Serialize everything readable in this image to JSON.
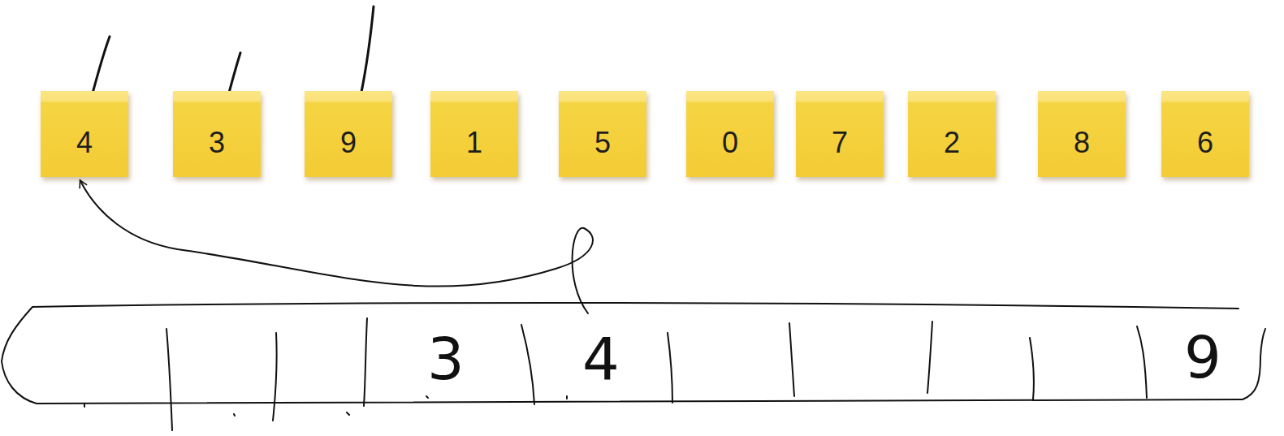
{
  "diagram": {
    "nodes": [
      {
        "text": [
          "4"
        ]
      },
      {
        "text": [
          "3"
        ]
      },
      {
        "text": [
          "9"
        ]
      },
      {
        "text": [
          "1"
        ]
      },
      {
        "text": [
          "5"
        ]
      },
      {
        "text": [
          "0"
        ]
      },
      {
        "text": [
          "7"
        ]
      },
      {
        "text": [
          "2"
        ]
      },
      {
        "text": [
          "8"
        ]
      },
      {
        "text": [
          "6"
        ]
      },
      {
        "text": [
          "3"
        ]
      },
      {
        "text": [
          "4"
        ]
      },
      {
        "text": [
          "9"
        ]
      }
    ],
    "edges": [
      {
        "from": 11,
        "to": 0,
        "arrow": "to"
      }
    ]
  }
}
